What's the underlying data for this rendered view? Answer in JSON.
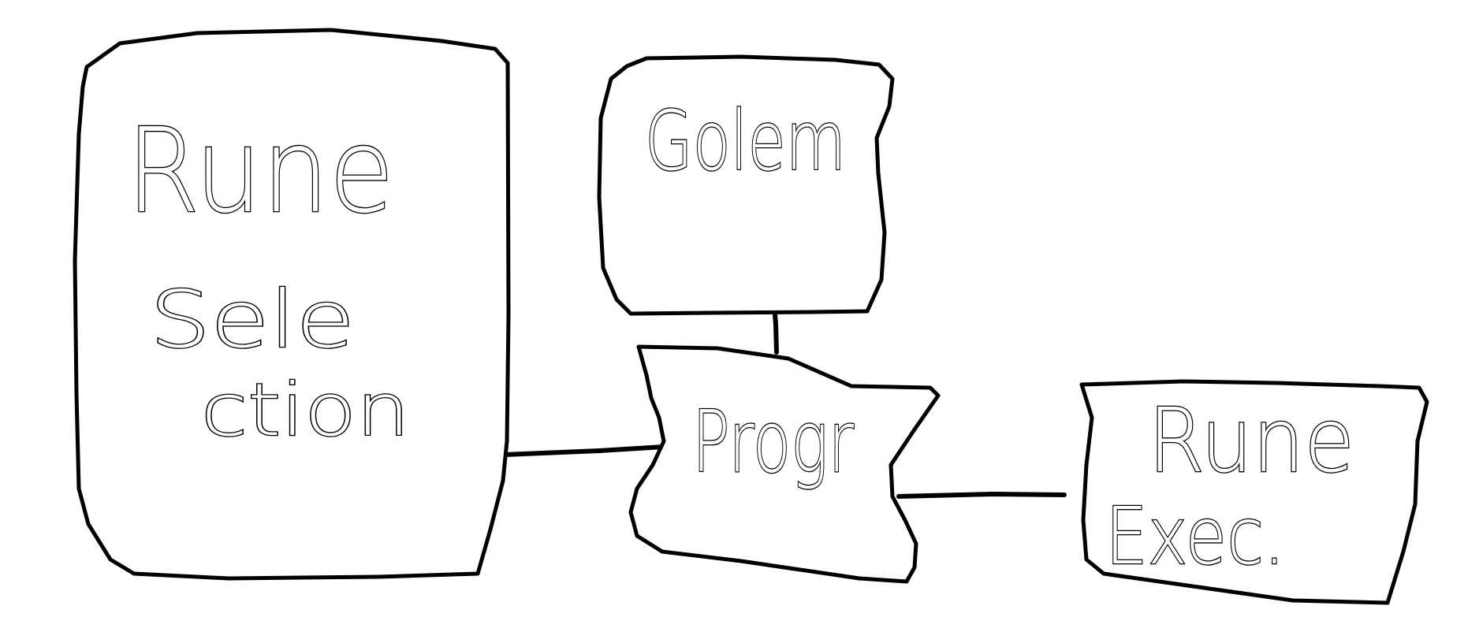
{
  "diagram": {
    "nodes": [
      {
        "id": "rune-selection",
        "lines": [
          "Rune",
          "Sele",
          "ction"
        ]
      },
      {
        "id": "golem",
        "lines": [
          "Golem"
        ]
      },
      {
        "id": "progr",
        "lines": [
          "Progr"
        ]
      },
      {
        "id": "rune-exec",
        "lines": [
          "Rune",
          "Exec."
        ]
      }
    ],
    "edges": [
      {
        "from": "golem",
        "to": "progr"
      },
      {
        "from": "rune-selection",
        "to": "progr"
      },
      {
        "from": "progr",
        "to": "rune-exec"
      }
    ],
    "colors": {
      "ink": "#000000",
      "background": "#ffffff"
    }
  }
}
